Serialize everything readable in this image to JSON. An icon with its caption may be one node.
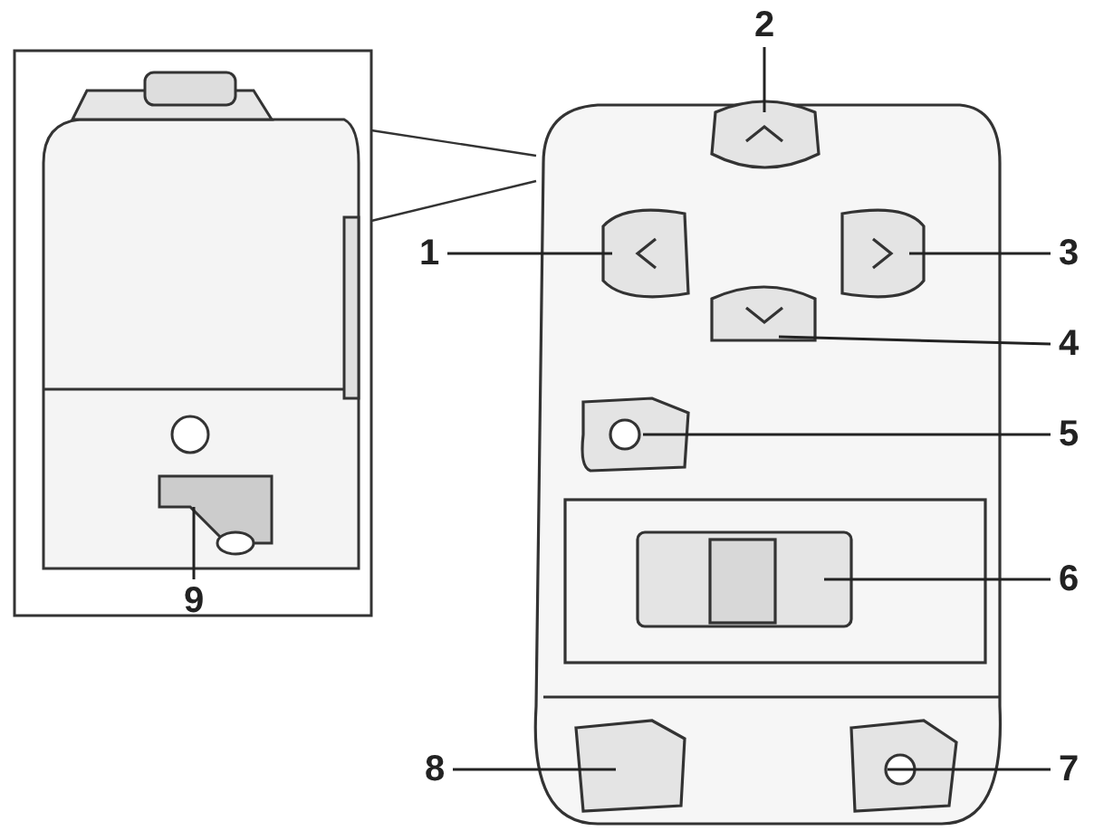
{
  "diagram": {
    "nodes": [
      {
        "text": [
          "2"
        ]
      },
      {
        "text": [
          "1"
        ]
      },
      {
        "text": [
          "3"
        ]
      },
      {
        "text": [
          "4"
        ]
      },
      {
        "text": [
          "5"
        ]
      },
      {
        "text": [
          "6"
        ]
      },
      {
        "text": [
          "9"
        ]
      },
      {
        "text": [
          "8"
        ]
      },
      {
        "text": [
          "7"
        ]
      }
    ],
    "edges": [
      {
        "from": 0,
        "to": null,
        "arrow": "none"
      },
      {
        "from": 1,
        "to": null,
        "arrow": "none"
      },
      {
        "from": 2,
        "to": null,
        "arrow": "none"
      },
      {
        "from": 3,
        "to": null,
        "arrow": "none"
      },
      {
        "from": 4,
        "to": null,
        "arrow": "none"
      },
      {
        "from": 5,
        "to": null,
        "arrow": "none"
      },
      {
        "from": 6,
        "to": null,
        "arrow": "none"
      },
      {
        "from": 7,
        "to": null,
        "arrow": "none"
      },
      {
        "from": 8,
        "to": null,
        "arrow": "none"
      }
    ]
  }
}
